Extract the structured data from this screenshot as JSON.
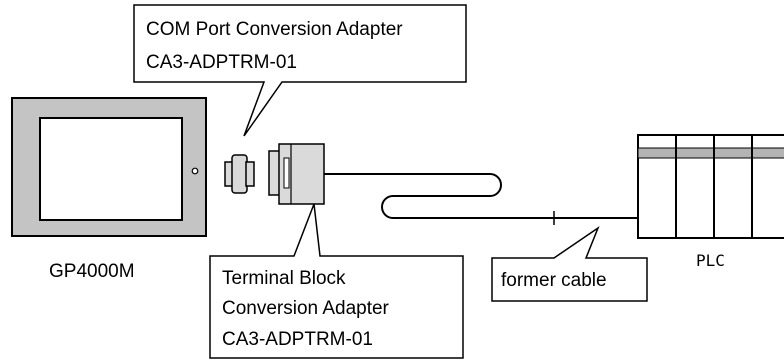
{
  "callout_com_adapter": {
    "line1": "COM Port Conversion Adapter",
    "line2": "CA3-ADPTRM-01"
  },
  "callout_terminal_adapter": {
    "line1": "Terminal Block",
    "line2": "Conversion Adapter",
    "line3": "CA3-ADPTRM-01"
  },
  "callout_cable": {
    "label": "former cable"
  },
  "device_labels": {
    "display": "GP4000M",
    "plc": "PLC"
  },
  "icons": [
    "display-unit-icon",
    "com-port-adapter-icon",
    "terminal-block-adapter-icon",
    "cable-icon",
    "plc-icon"
  ],
  "colors": {
    "line": "#000000",
    "display_frame": "#c4c4c4",
    "adapter_fill": "#dadada",
    "plc_band": "#b4b4b4"
  }
}
